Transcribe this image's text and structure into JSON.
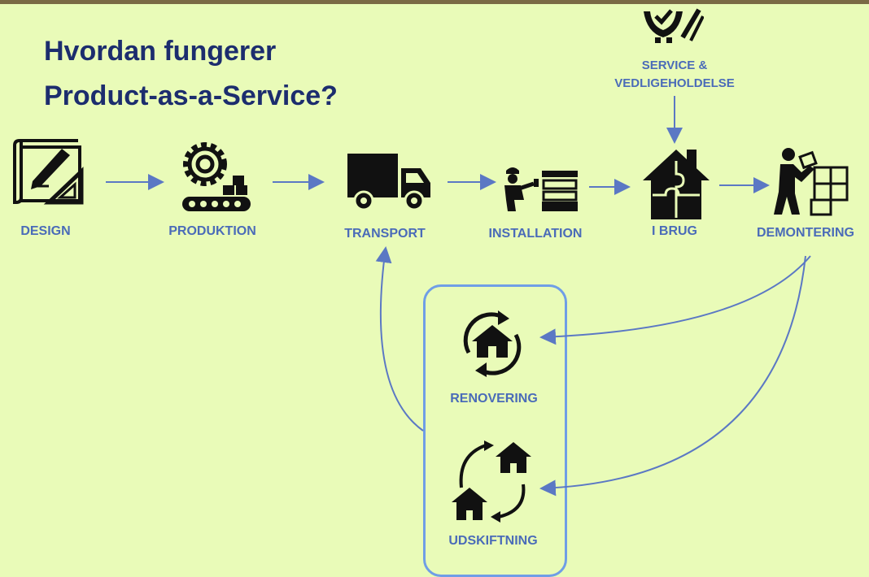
{
  "title": {
    "line1": "Hvordan fungerer",
    "line2": "Product-as-a-Service?"
  },
  "colors": {
    "background": "#e9fbb8",
    "title": "#1c2d6e",
    "label": "#4a6bb8",
    "arrow": "#5b78c4",
    "box_border": "#6f9ee6",
    "icon": "#111111"
  },
  "steps": [
    {
      "id": "design",
      "label": "DESIGN",
      "icon": "blueprint-pencil-icon"
    },
    {
      "id": "produktion",
      "label": "PRODUKTION",
      "icon": "gear-conveyor-icon"
    },
    {
      "id": "transport",
      "label": "TRANSPORT",
      "icon": "truck-icon"
    },
    {
      "id": "installation",
      "label": "INSTALLATION",
      "icon": "worker-installing-icon"
    },
    {
      "id": "i-brug",
      "label": "I BRUG",
      "icon": "house-puzzle-icon"
    },
    {
      "id": "demontering",
      "label": "DEMONTERING",
      "icon": "person-puzzle-icon"
    }
  ],
  "service": {
    "label_line1": "SERVICE &",
    "label_line2": "VEDLIGEHOLDELSE",
    "icon": "gear-check-wrench-icon"
  },
  "loop_options": [
    {
      "id": "renovering",
      "label": "RENOVERING",
      "icon": "house-refresh-icon"
    },
    {
      "id": "udskiftning",
      "label": "UDSKIFTNING",
      "icon": "house-swap-icon"
    }
  ]
}
